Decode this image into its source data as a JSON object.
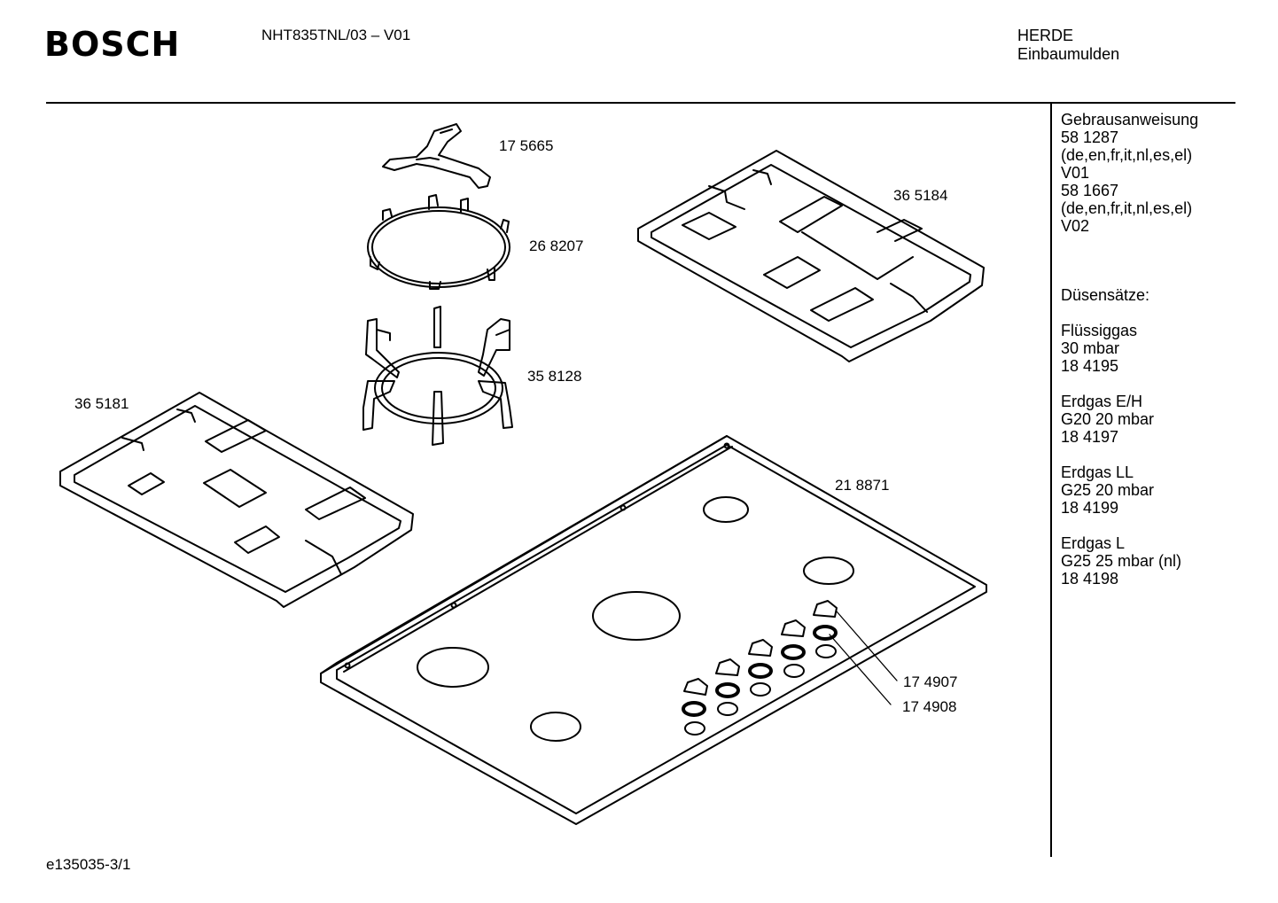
{
  "header": {
    "brand": "BOSCH",
    "model": "NHT835TNL/03 – V01",
    "category_line1": "HERDE",
    "category_line2": "Einbaumulden"
  },
  "sidebar": {
    "manual": [
      "Gebrausanweisung",
      "58 1287",
      "(de,en,fr,it,nl,es,el)",
      "V01",
      "58 1667",
      "(de,en,fr,it,nl,es,el)",
      "V02"
    ],
    "nozzle_heading": "Düsensätze:",
    "gas_sets": [
      [
        "Flüssiggas",
        "30 mbar",
        "18 4195"
      ],
      [
        "Erdgas E/H",
        "G20 20 mbar",
        "18 4197"
      ],
      [
        "Erdgas LL",
        "G25 20 mbar",
        "18 4199"
      ],
      [
        "Erdgas L",
        "G25 25 mbar (nl)",
        "18 4198"
      ]
    ]
  },
  "parts": {
    "wok_support": "17 5665",
    "wok_ring": "26 8207",
    "wok_grid": "35 8128",
    "grid_left": "36 5181",
    "grid_right": "36 5184",
    "hob_plate": "21 8871",
    "knob": "17 4907",
    "knob_ring": "17 4908"
  },
  "footer": {
    "drawing_id": "e135035-3/1"
  }
}
